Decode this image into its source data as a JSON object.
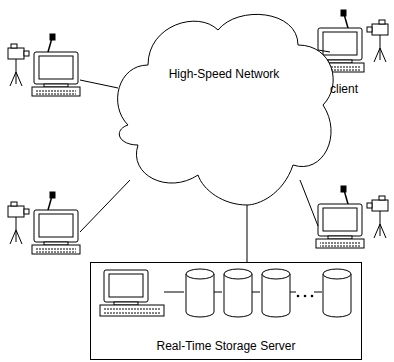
{
  "diagram": {
    "nodes": [
      {
        "text": [
          "High-Speed Network"
        ]
      },
      {
        "text": [
          "Real-Time Storage Server"
        ]
      }
    ],
    "edges": [
      {
        "from": 0,
        "to": 1,
        "arrow": "none"
      }
    ],
    "labels": [
      "client"
    ]
  }
}
